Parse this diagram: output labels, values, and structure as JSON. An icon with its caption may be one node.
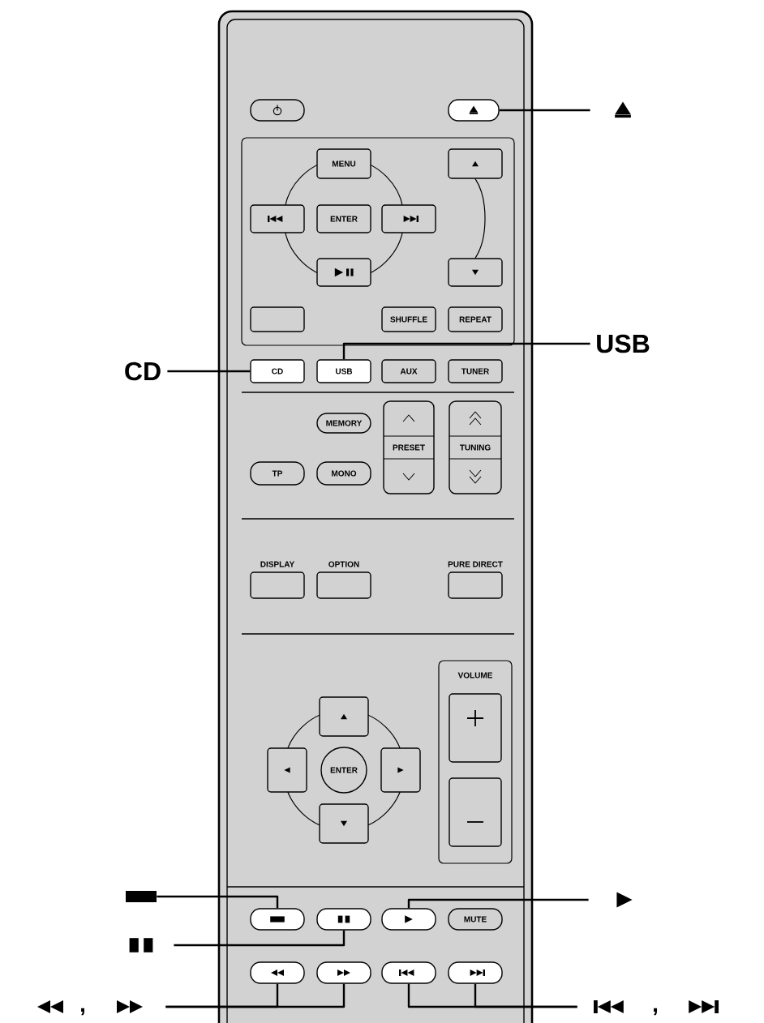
{
  "diagram": {
    "nodes": [
      {
        "text": [],
        "shape": "box"
      },
      {
        "text": [],
        "shape": "box"
      },
      {
        "text": [],
        "shape": "icon"
      },
      {
        "text": [
          "MENU"
        ]
      },
      {
        "text": [],
        "shape": "box"
      },
      {
        "text": [
          "ENTER"
        ]
      },
      {
        "text": [],
        "shape": "box"
      },
      {
        "text": [],
        "shape": "box"
      },
      {
        "text": [],
        "shape": "box"
      },
      {
        "text": [],
        "shape": "box"
      },
      {
        "text": [],
        "shape": "box"
      },
      {
        "text": [
          "SHUFFLE"
        ]
      },
      {
        "text": [
          "REPEAT"
        ]
      },
      {
        "text": [
          "CD"
        ]
      },
      {
        "text": [
          "CD"
        ]
      },
      {
        "text": [
          "USB"
        ]
      },
      {
        "text": [
          "AUX"
        ]
      },
      {
        "text": [
          "TUNER"
        ]
      },
      {
        "text": [
          "USB"
        ]
      },
      {
        "text": [
          "MEMORY"
        ]
      },
      {
        "text": [
          "PRESET"
        ]
      },
      {
        "text": [
          "TUNING"
        ]
      },
      {
        "text": [
          "TP"
        ]
      },
      {
        "text": [
          "MONO"
        ]
      },
      {
        "text": [
          "DISPLAY"
        ]
      },
      {
        "text": [
          "OPTION"
        ]
      },
      {
        "text": [
          "PURE DIRECT"
        ]
      },
      {
        "text": [
          "VOLUME"
        ]
      },
      {
        "text": [],
        "shape": "box"
      },
      {
        "text": [],
        "shape": "box",
        "in": 27
      },
      {
        "text": [],
        "shape": "box"
      },
      {
        "text": [
          "ENTER"
        ]
      },
      {
        "text": [],
        "shape": "box"
      },
      {
        "text": [],
        "shape": "box"
      },
      {
        "text": [],
        "shape": "box",
        "in": 27
      },
      {
        "text": [],
        "shape": "box"
      },
      {
        "text": [],
        "shape": "box"
      },
      {
        "text": [],
        "shape": "box"
      },
      {
        "text": [],
        "shape": "box"
      },
      {
        "text": [
          "MUTE"
        ]
      },
      {
        "text": [],
        "shape": "icon"
      },
      {
        "text": [],
        "shape": "icon"
      },
      {
        "text": [],
        "shape": "box"
      },
      {
        "text": [],
        "shape": "box"
      },
      {
        "text": [],
        "shape": "box"
      },
      {
        "text": [],
        "shape": "box"
      },
      {
        "text": [],
        "shape": "icon"
      },
      {
        "text": [],
        "shape": "icon"
      },
      {
        "text": [],
        "shape": "icon"
      },
      {
        "text": [],
        "shape": "icon"
      }
    ],
    "edges": [
      {
        "from": 7,
        "to": 9,
        "arrow": "none"
      },
      {
        "from": 2,
        "to": 1,
        "arrow": "none"
      },
      {
        "from": 13,
        "to": 14,
        "arrow": "none"
      },
      {
        "from": 18,
        "to": 15,
        "arrow": "none"
      },
      {
        "from": 35,
        "to": 36,
        "arrow": "none"
      },
      {
        "from": 41,
        "to": 37,
        "arrow": "none"
      },
      {
        "from": 40,
        "to": 38,
        "arrow": "none"
      },
      {
        "from": 47,
        "to": 42,
        "arrow": "none"
      },
      {
        "from": 47,
        "to": 43,
        "arrow": "none"
      },
      {
        "from": 48,
        "to": 44,
        "arrow": "none"
      },
      {
        "from": 48,
        "to": 45,
        "arrow": "none"
      }
    ],
    "labels": [
      ",",
      ","
    ]
  }
}
